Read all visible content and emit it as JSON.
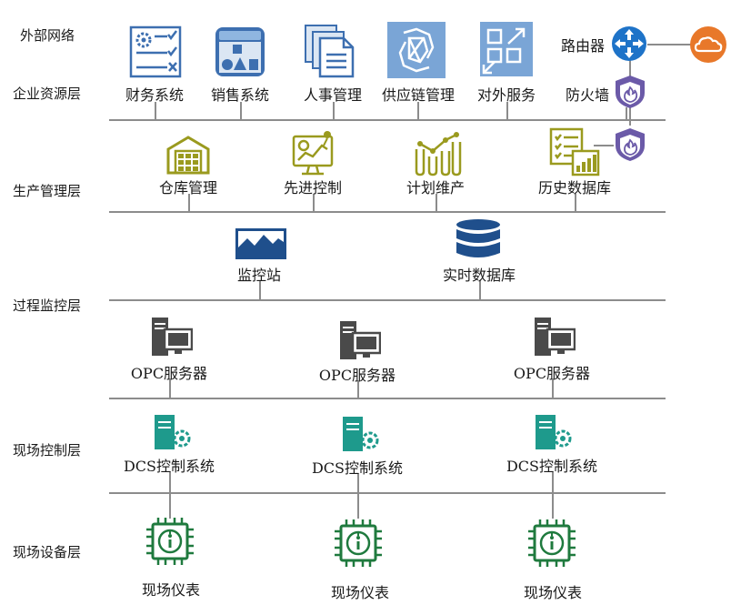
{
  "layers": {
    "external": "外部网络",
    "enterprise": "企业资源层",
    "production": "生产管理层",
    "process": "过程监控层",
    "field_control": "现场控制层",
    "field_device": "现场设备层"
  },
  "enterprise_nodes": {
    "finance": "财务系统",
    "sales": "销售系统",
    "hr": "人事管理",
    "supply_chain": "供应链管理",
    "external_service": "对外服务",
    "router": "路由器",
    "firewall": "防火墙"
  },
  "production_nodes": {
    "warehouse": "仓库管理",
    "advanced_control": "先进控制",
    "plan_maintenance": "计划维产",
    "history_db": "历史数据库"
  },
  "process_nodes": {
    "monitor_station": "监控站",
    "realtime_db": "实时数据库",
    "opc1": "OPC服务器",
    "opc2": "OPC服务器",
    "opc3": "OPC服务器"
  },
  "control_nodes": {
    "dcs1": "DCS控制系统",
    "dcs2": "DCS控制系统",
    "dcs3": "DCS控制系统"
  },
  "device_nodes": {
    "meter1": "现场仪表",
    "meter2": "现场仪表",
    "meter3": "现场仪表"
  },
  "colors": {
    "enterprise_blue": "#3d6fb0",
    "tile_blue": "#7aa5d6",
    "router_blue": "#1e73c8",
    "cloud_orange": "#e8782a",
    "firewall_purple": "#6b5aa8",
    "production_olive": "#9a9a1e",
    "process_navy": "#1f4f8c",
    "opc_gray": "#4a4a4a",
    "dcs_teal": "#1e9a8c",
    "meter_green": "#1f7a3e",
    "line_gray": "#8c8c8c"
  },
  "icons": [
    "finance-icon",
    "sales-icon",
    "hr-icon",
    "supply-chain-icon",
    "external-service-icon",
    "router-icon",
    "cloud-icon",
    "firewall-icon",
    "warehouse-icon",
    "advanced-control-icon",
    "plan-maintenance-icon",
    "history-db-icon",
    "monitor-station-icon",
    "database-icon",
    "opc-server-icon",
    "dcs-icon",
    "meter-icon"
  ]
}
